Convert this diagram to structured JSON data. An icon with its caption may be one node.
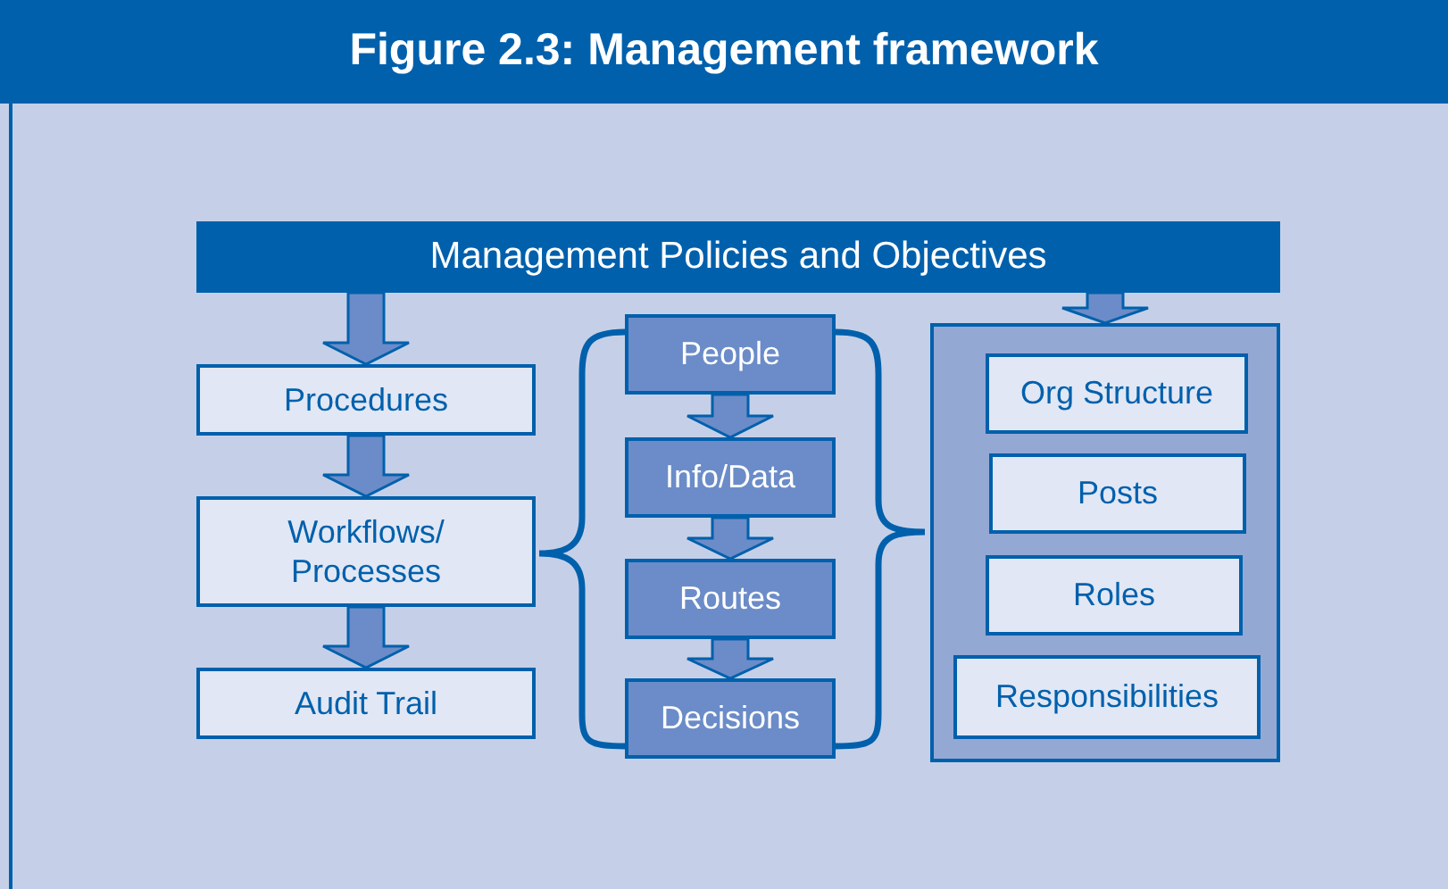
{
  "diagram": {
    "title": "Figure 2.3:  Management framework",
    "nodes": [
      {
        "text": [
          "Management Policies and Objectives"
        ]
      },
      {
        "text": [
          "Procedures"
        ]
      },
      {
        "text": [
          "Workflows/ Processes"
        ]
      },
      {
        "text": [
          "Audit Trail"
        ]
      },
      {
        "text": [
          "People"
        ]
      },
      {
        "text": [
          "Info/Data"
        ]
      },
      {
        "text": [
          "Routes"
        ]
      },
      {
        "text": [
          "Decisions"
        ]
      },
      {
        "text": [],
        "shape": "box"
      },
      {
        "text": [
          "Org Structure"
        ],
        "in": 8
      },
      {
        "text": [
          "Posts"
        ],
        "in": 8
      },
      {
        "text": [
          "Roles"
        ],
        "in": 8
      },
      {
        "text": [
          "Responsibilities"
        ],
        "in": 8
      }
    ],
    "edges": [
      {
        "from": 0,
        "to": 1,
        "arrow": "to"
      },
      {
        "from": 1,
        "to": 2,
        "arrow": "to"
      },
      {
        "from": 2,
        "to": 3,
        "arrow": "to"
      },
      {
        "from": 4,
        "to": 5,
        "arrow": "to"
      },
      {
        "from": 5,
        "to": 6,
        "arrow": "to"
      },
      {
        "from": 6,
        "to": 7,
        "arrow": "to"
      },
      {
        "from": 0,
        "to": 8,
        "arrow": "to"
      }
    ]
  }
}
